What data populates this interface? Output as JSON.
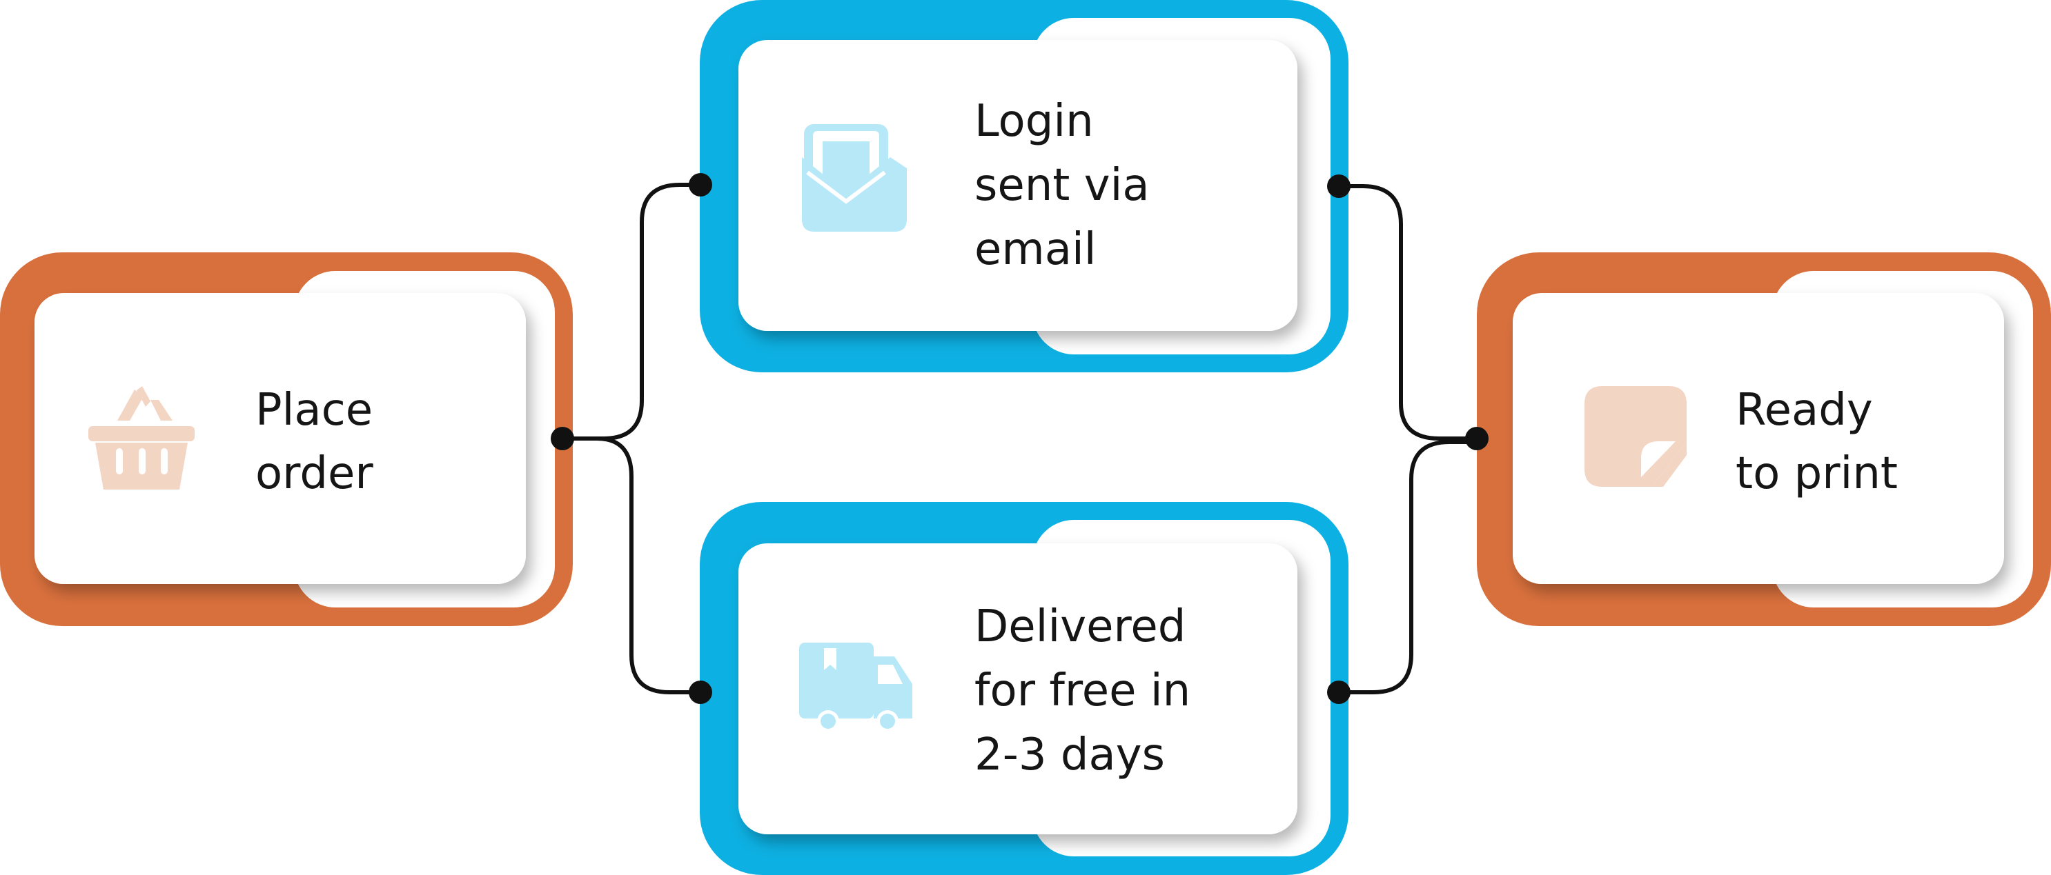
{
  "colors": {
    "orange": "#D8703D",
    "blue": "#0DB0E2",
    "connector": "#111111",
    "orange_icon": "#F3D5C4",
    "blue_icon": "#B6E8F8",
    "card": "#FFFFFF"
  },
  "nodes": {
    "place_order": {
      "icon": "basket-icon",
      "lines": [
        "Place",
        "order"
      ]
    },
    "login_email": {
      "icon": "envelope-icon",
      "lines": [
        "Login",
        "sent via",
        "email"
      ]
    },
    "delivered": {
      "icon": "truck-icon",
      "lines": [
        "Delivered",
        "for free in",
        "2-3 days"
      ]
    },
    "ready_print": {
      "icon": "sticky-note-icon",
      "lines": [
        "Ready",
        "to print"
      ]
    }
  }
}
